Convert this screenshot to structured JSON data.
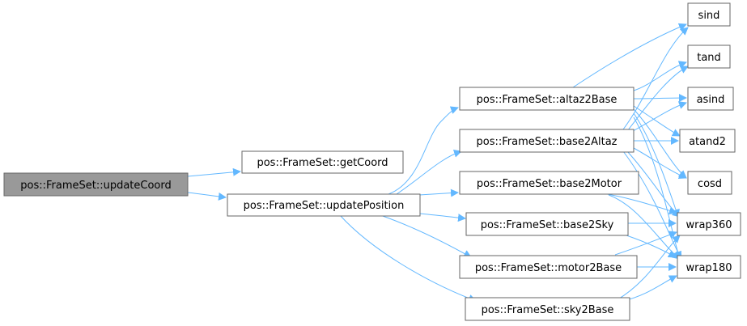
{
  "nodes": {
    "updateCoord": "pos::FrameSet::updateCoord",
    "getCoord": "pos::FrameSet::getCoord",
    "updatePosition": "pos::FrameSet::updatePosition",
    "altaz2Base": "pos::FrameSet::altaz2Base",
    "base2Altaz": "pos::FrameSet::base2Altaz",
    "base2Motor": "pos::FrameSet::base2Motor",
    "base2Sky": "pos::FrameSet::base2Sky",
    "motor2Base": "pos::FrameSet::motor2Base",
    "sky2Base": "pos::FrameSet::sky2Base",
    "sind": "sind",
    "tand": "tand",
    "asind": "asind",
    "atand2": "atand2",
    "cosd": "cosd",
    "wrap360": "wrap360",
    "wrap180": "wrap180"
  },
  "colors": {
    "edge": "#63b8ff",
    "root_fill": "#999999",
    "node_border": "#666666"
  }
}
